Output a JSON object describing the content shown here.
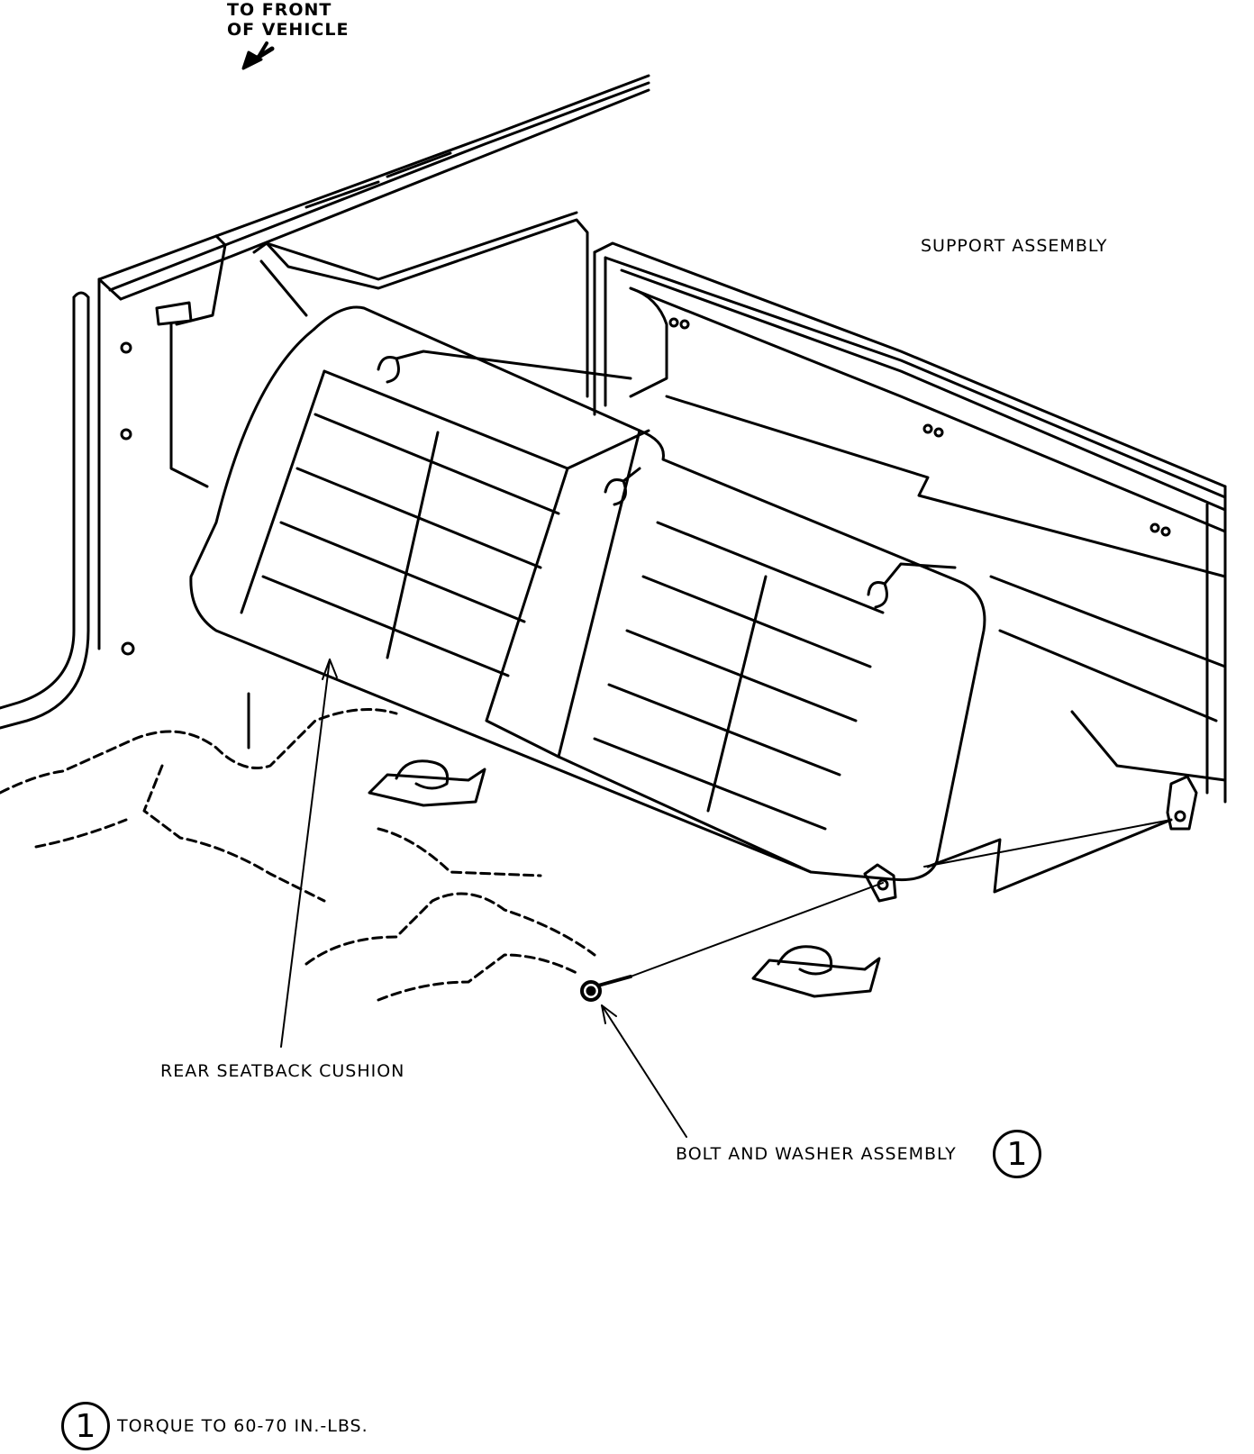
{
  "labels": {
    "front_direction_line1": "TO FRONT",
    "front_direction_line2": "OF VEHICLE",
    "support_assembly": "SUPPORT ASSEMBLY",
    "rear_seatback_cushion": "REAR SEATBACK CUSHION",
    "bolt_and_washer": "BOLT AND WASHER ASSEMBLY"
  },
  "callouts": {
    "bolt_callout_number": "1",
    "note_callout_number": "1"
  },
  "note": {
    "text": "TORQUE TO 60-70 IN.-LBS."
  }
}
